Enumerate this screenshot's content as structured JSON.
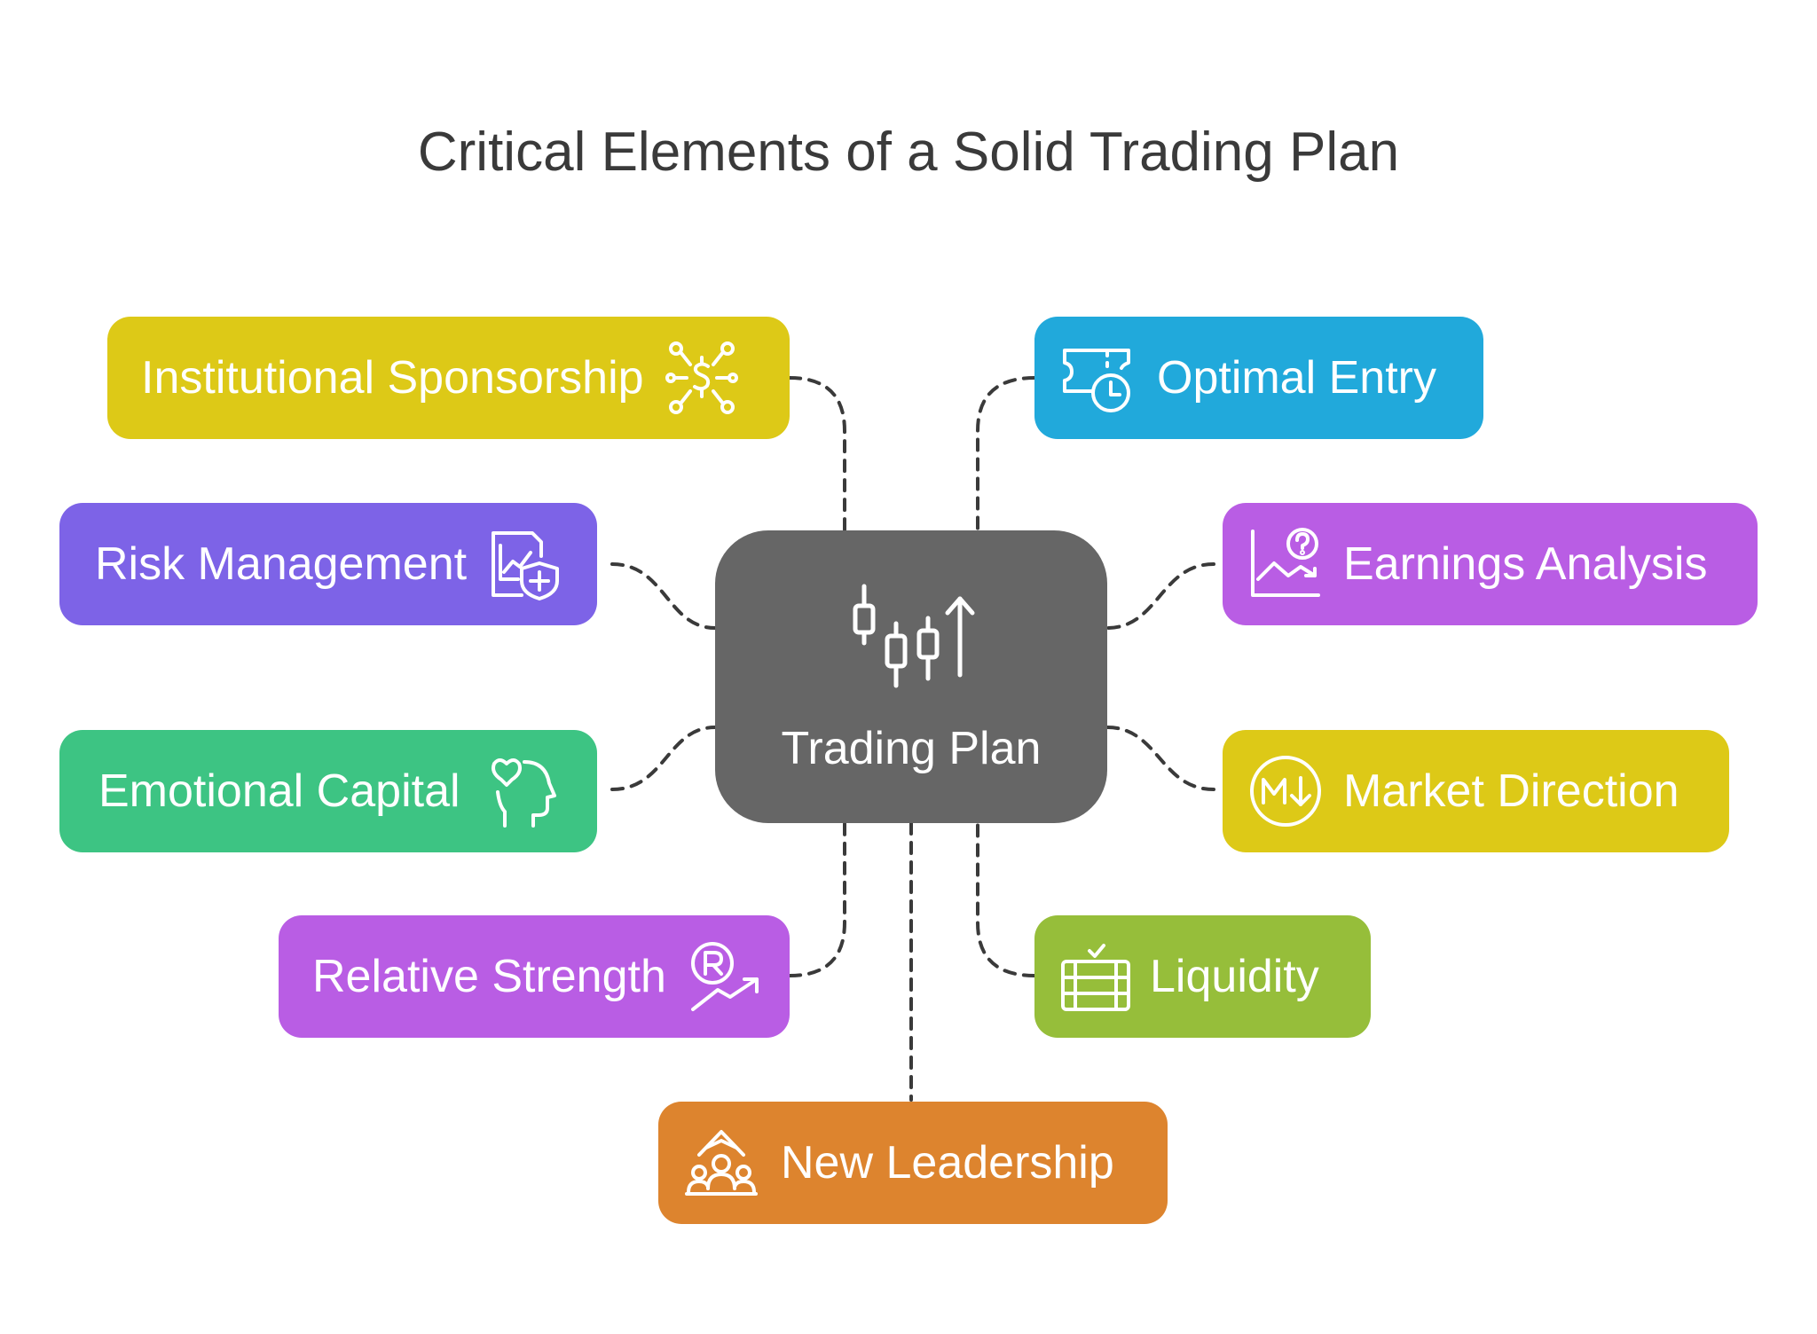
{
  "title": "Critical Elements of a Solid Trading Plan",
  "center": {
    "label": "Trading Plan",
    "icon": "candlestick-chart-icon",
    "color": "#666666"
  },
  "nodes": [
    {
      "id": "institutional-sponsorship",
      "label": "Institutional Sponsorship",
      "icon": "money-network-icon",
      "color": "#DDC917"
    },
    {
      "id": "risk-management",
      "label": "Risk Management",
      "icon": "chart-shield-icon",
      "color": "#7D63E7"
    },
    {
      "id": "emotional-capital",
      "label": "Emotional Capital",
      "icon": "heart-head-icon",
      "color": "#3DC483"
    },
    {
      "id": "relative-strength",
      "label": "Relative Strength",
      "icon": "registered-trend-icon",
      "color": "#B95DE4"
    },
    {
      "id": "new-leadership",
      "label": "New Leadership",
      "icon": "leader-group-icon",
      "color": "#DD842E"
    },
    {
      "id": "optimal-entry",
      "label": "Optimal Entry",
      "icon": "ticket-clock-icon",
      "color": "#21A9DB"
    },
    {
      "id": "earnings-analysis",
      "label": "Earnings Analysis",
      "icon": "chart-question-icon",
      "color": "#B95DE4"
    },
    {
      "id": "market-direction",
      "label": "Market Direction",
      "icon": "m-down-arrow-icon",
      "color": "#DDC917"
    },
    {
      "id": "liquidity",
      "label": "Liquidity",
      "icon": "cash-stack-icon",
      "color": "#96BE3A"
    }
  ]
}
